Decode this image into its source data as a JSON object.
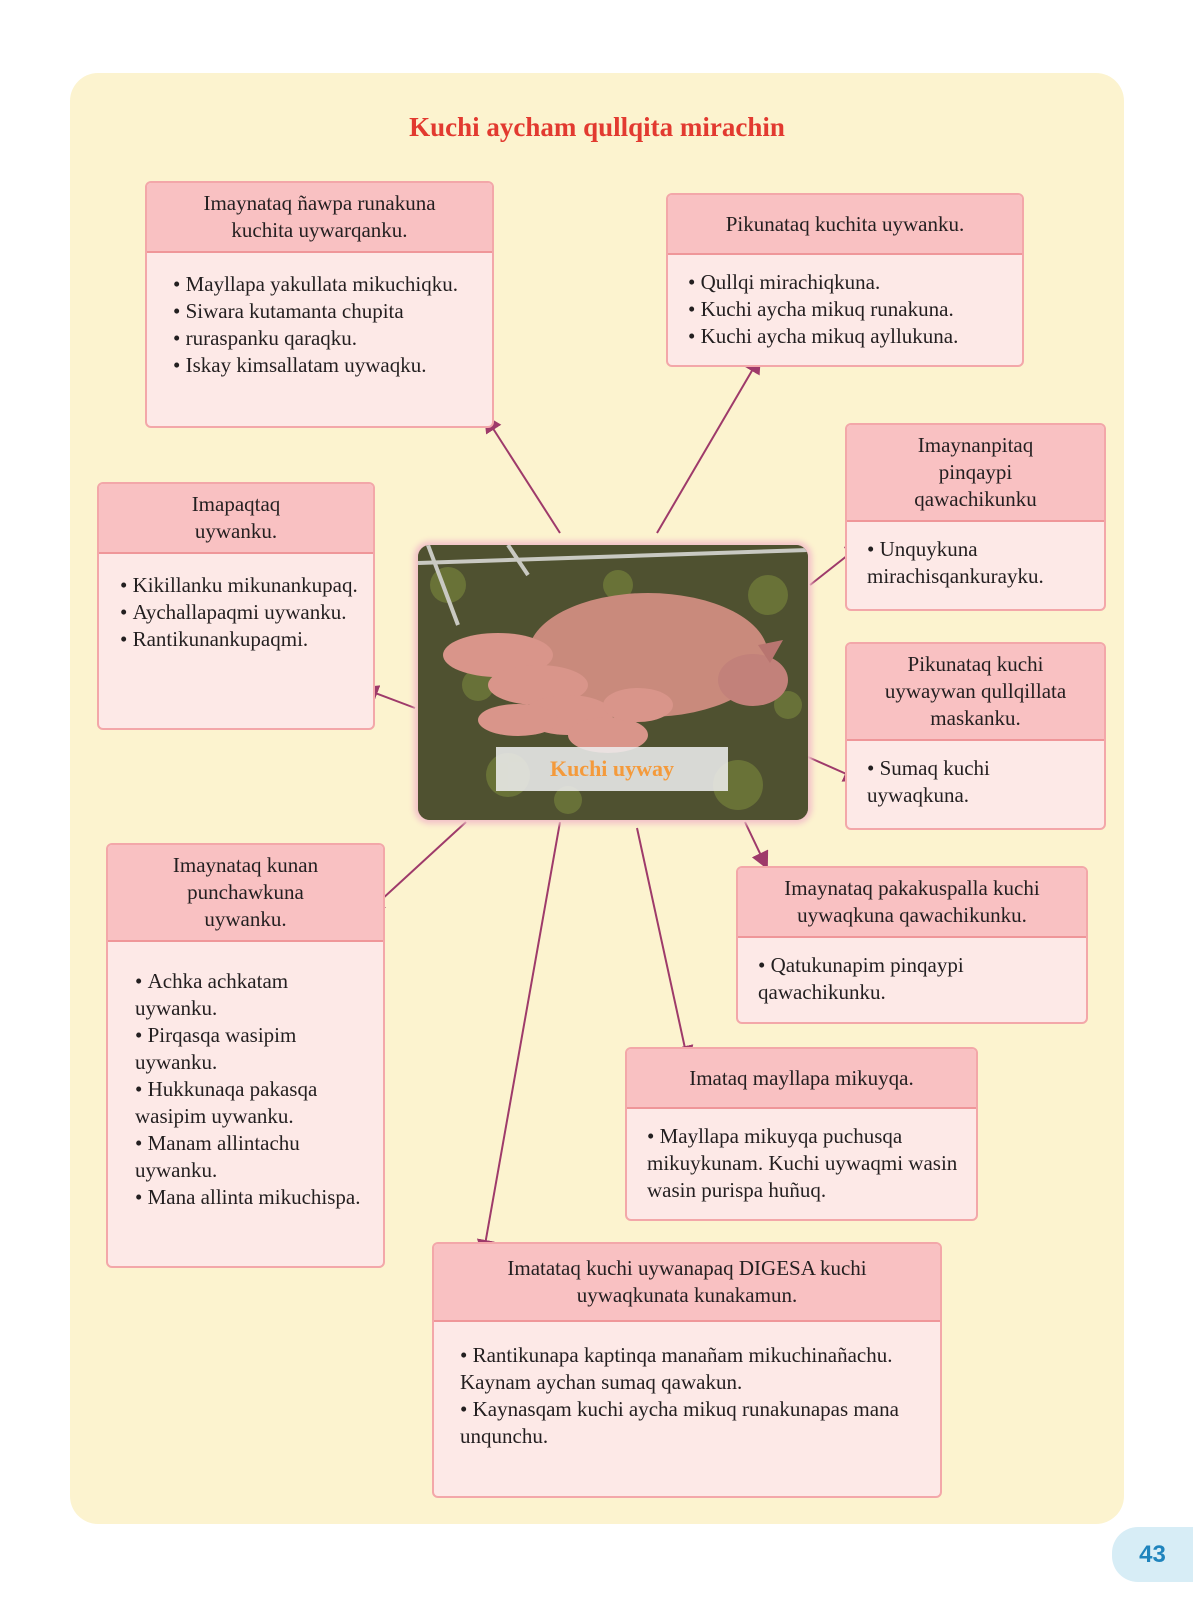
{
  "title": "Kuchi aycham qullqita mirachin",
  "center_label": "Kuchi uyway",
  "page_number": "43",
  "colors": {
    "panel_bg": "#fcf3cf",
    "title": "#e23a30",
    "card_header": "#f9c1c2",
    "card_body": "#fde9e7",
    "arrow": "#9e3a6a",
    "center_label": "#f49a3b",
    "page_number": "#1f84bd"
  },
  "nodes": [
    {
      "id": "n1",
      "heading": [
        "Imaynataq ñawpa runakuna",
        "kuchita uywarqanku."
      ],
      "items": [
        "Mayllapa yakullata mikuchiqku.",
        "Siwara kutamanta chupita",
        "ruraspanku qaraqku.",
        "Iskay kimsallatam uywaqku."
      ]
    },
    {
      "id": "n2",
      "heading": [
        "Pikunataq kuchita uywanku."
      ],
      "items": [
        "Qullqi mirachiqkuna.",
        "Kuchi aycha mikuq runakuna.",
        "Kuchi aycha mikuq ayllukuna."
      ]
    },
    {
      "id": "n3",
      "heading": [
        "Imaynanpitaq",
        "pinqaypi",
        "qawachikunku"
      ],
      "items": [
        "Unquykuna mirachisqankurayku."
      ]
    },
    {
      "id": "n4",
      "heading": [
        "Imapaqtaq",
        "uywanku."
      ],
      "items": [
        "Kikillanku mikunankupaq.",
        "Aychallapaqmi uywanku.",
        "Rantikunankupaqmi."
      ]
    },
    {
      "id": "n5",
      "heading": [
        "Pikunataq kuchi",
        "uywaywan qullqillata",
        "maskanku."
      ],
      "items": [
        "Sumaq kuchi uywaqkuna."
      ]
    },
    {
      "id": "n6",
      "heading": [
        "Imaynataq kunan",
        "punchawkuna",
        "uywanku."
      ],
      "items": [
        "Achka achkatam uywanku.",
        "Pirqasqa wasipim uywanku.",
        "Hukkunaqa pakasqa wasipim uywanku.",
        "Manam allintachu uywanku.",
        "Mana allinta mikuchispa."
      ]
    },
    {
      "id": "n7",
      "heading": [
        "Imaynataq pakakuspalla kuchi",
        "uywaqkuna qawachikunku."
      ],
      "items": [
        "Qatukunapim pinqaypi qawachikunku."
      ]
    },
    {
      "id": "n8",
      "heading": [
        "Imataq mayllapa mikuyqa."
      ],
      "items": [
        "Mayllapa mikuyqa puchusqa mikuykunam. Kuchi uywaqmi wasin wasin purispa huñuq."
      ]
    },
    {
      "id": "n9",
      "heading": [
        "Imatataq kuchi uywanapaq DIGESA kuchi",
        "uywaqkunata kunakamun."
      ],
      "items": [
        "Rantikunapa kaptinqa manañam mikuchinañachu. Kaynam aychan sumaq qawakun.",
        "Kaynasqam kuchi aycha mikuq runakunapas mana unqunchu."
      ]
    }
  ]
}
